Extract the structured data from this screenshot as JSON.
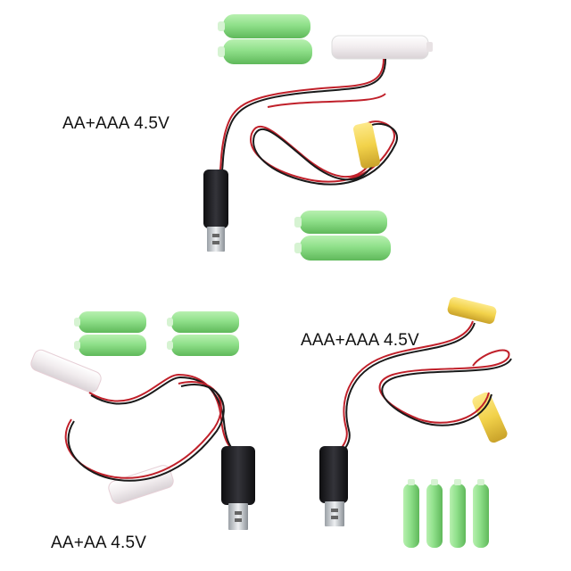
{
  "labels": {
    "top": "AA+AAA 4.5V",
    "right": "AAA+AAA 4.5V",
    "bottom": "AA+AA 4.5V"
  },
  "colors": {
    "battery_green": "#8fe08a",
    "battery_yellow": "#f2d24a",
    "wire_red": "#c0202a",
    "wire_black": "#1a1a1a",
    "usb_body": "#1c1c1e",
    "translucent_case": "#f4eef0"
  }
}
